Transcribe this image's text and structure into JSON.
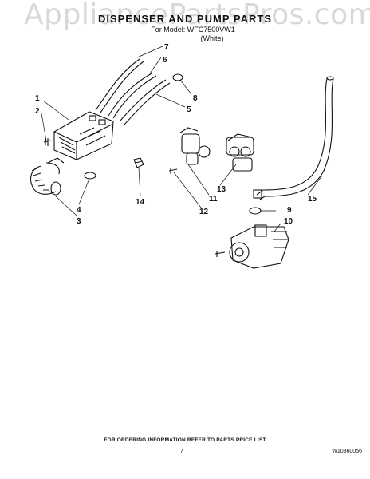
{
  "watermark": "AppliancePartsPros.com",
  "header": {
    "title": "DISPENSER AND PUMP PARTS",
    "model_line": "For Model: WFC7500VW1",
    "color_line": "(White)"
  },
  "callouts": [
    "1",
    "2",
    "3",
    "4",
    "5",
    "6",
    "7",
    "8",
    "9",
    "10",
    "11",
    "12",
    "13",
    "14",
    "15"
  ],
  "footer": {
    "ordering_note": "FOR ORDERING INFORMATION REFER TO PARTS PRICE LIST",
    "page_number": "7",
    "document_number": "W10360056"
  }
}
